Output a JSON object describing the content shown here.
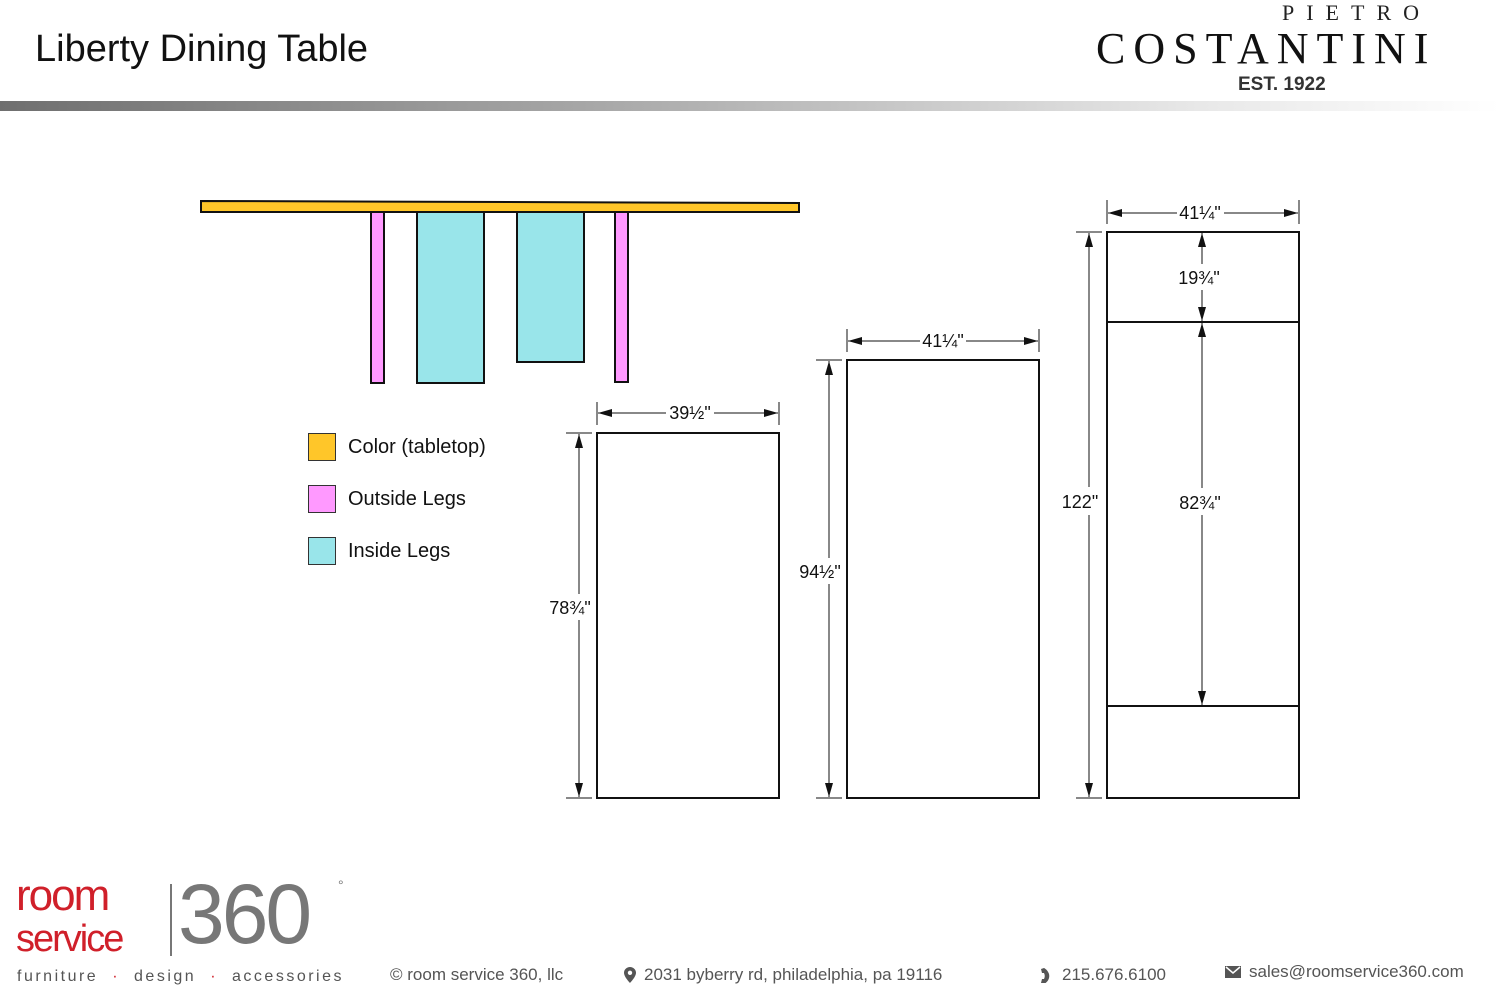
{
  "header": {
    "title": "Liberty Dining Table"
  },
  "brand": {
    "pietro": "PIETRO",
    "name": "COSTANTINI",
    "est": "EST. 1922"
  },
  "legend": [
    {
      "label": "Color (tabletop)",
      "color": "#FFC629"
    },
    {
      "label": "Outside Legs",
      "color": "#FF99FF"
    },
    {
      "label": "Inside Legs",
      "color": "#99E5EA"
    }
  ],
  "dimensions": {
    "small_width": "39½\"",
    "small_height": "78¾\"",
    "medium_width": "41¼\"",
    "medium_height": "94½\"",
    "large_width": "41¼\"",
    "large_height": "122\"",
    "large_leaf": "19¾\"",
    "large_middle": "82¾\""
  },
  "footer": {
    "logo_room": "room",
    "logo_service": "service",
    "logo_360": "360",
    "tagline": [
      "furniture",
      "design",
      "accessories"
    ],
    "copyright": "© room service 360, llc",
    "address": "2031 byberry rd, philadelphia, pa 19116",
    "phone": "215.676.6100",
    "email": "sales@roomservice360.com"
  }
}
